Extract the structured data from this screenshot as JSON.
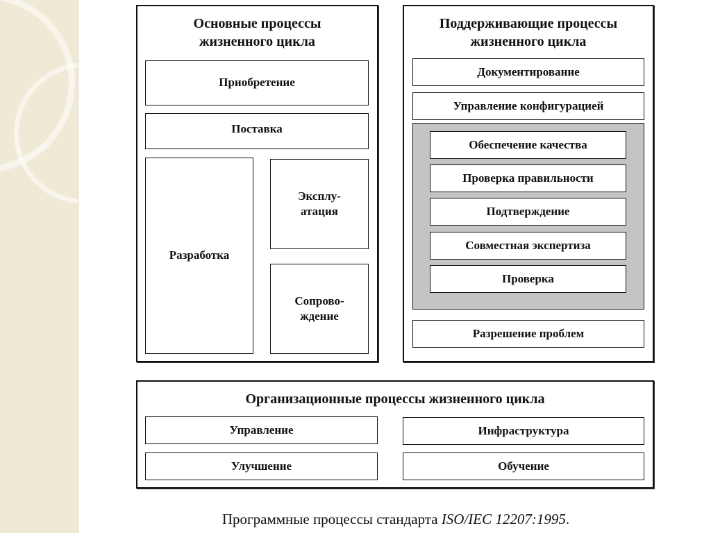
{
  "primary": {
    "title": "Основные процессы\nжизненного цикла",
    "items": {
      "acquisition": "Приобретение",
      "supply": "Поставка",
      "development": "Разработка",
      "operation": "Эксплу-\nатация",
      "maintenance": "Сопрово-\nждение"
    }
  },
  "supporting": {
    "title": "Поддерживающие процессы\nжизненного цикла",
    "items": {
      "documentation": "Документирование",
      "configuration": "Управление конфигурацией",
      "quality": "Обеспечение качества",
      "verification": "Проверка правильности",
      "validation": "Подтверждение",
      "joint_review": "Совместная экспертиза",
      "audit": "Проверка",
      "problem_resolution": "Разрешение проблем"
    }
  },
  "organizational": {
    "title": "Организационные процессы жизненного цикла",
    "items": {
      "management": "Управление",
      "infrastructure": "Инфраструктура",
      "improvement": "Улучшение",
      "training": "Обучение"
    }
  },
  "caption": {
    "prefix": "Программные процессы стандарта ",
    "standard": "ISO/IEC 12207:1995",
    "suffix": "."
  },
  "colors": {
    "sidebar": "#efe9d6",
    "shaded_group": "#c4c4c4",
    "border": "#111111"
  }
}
